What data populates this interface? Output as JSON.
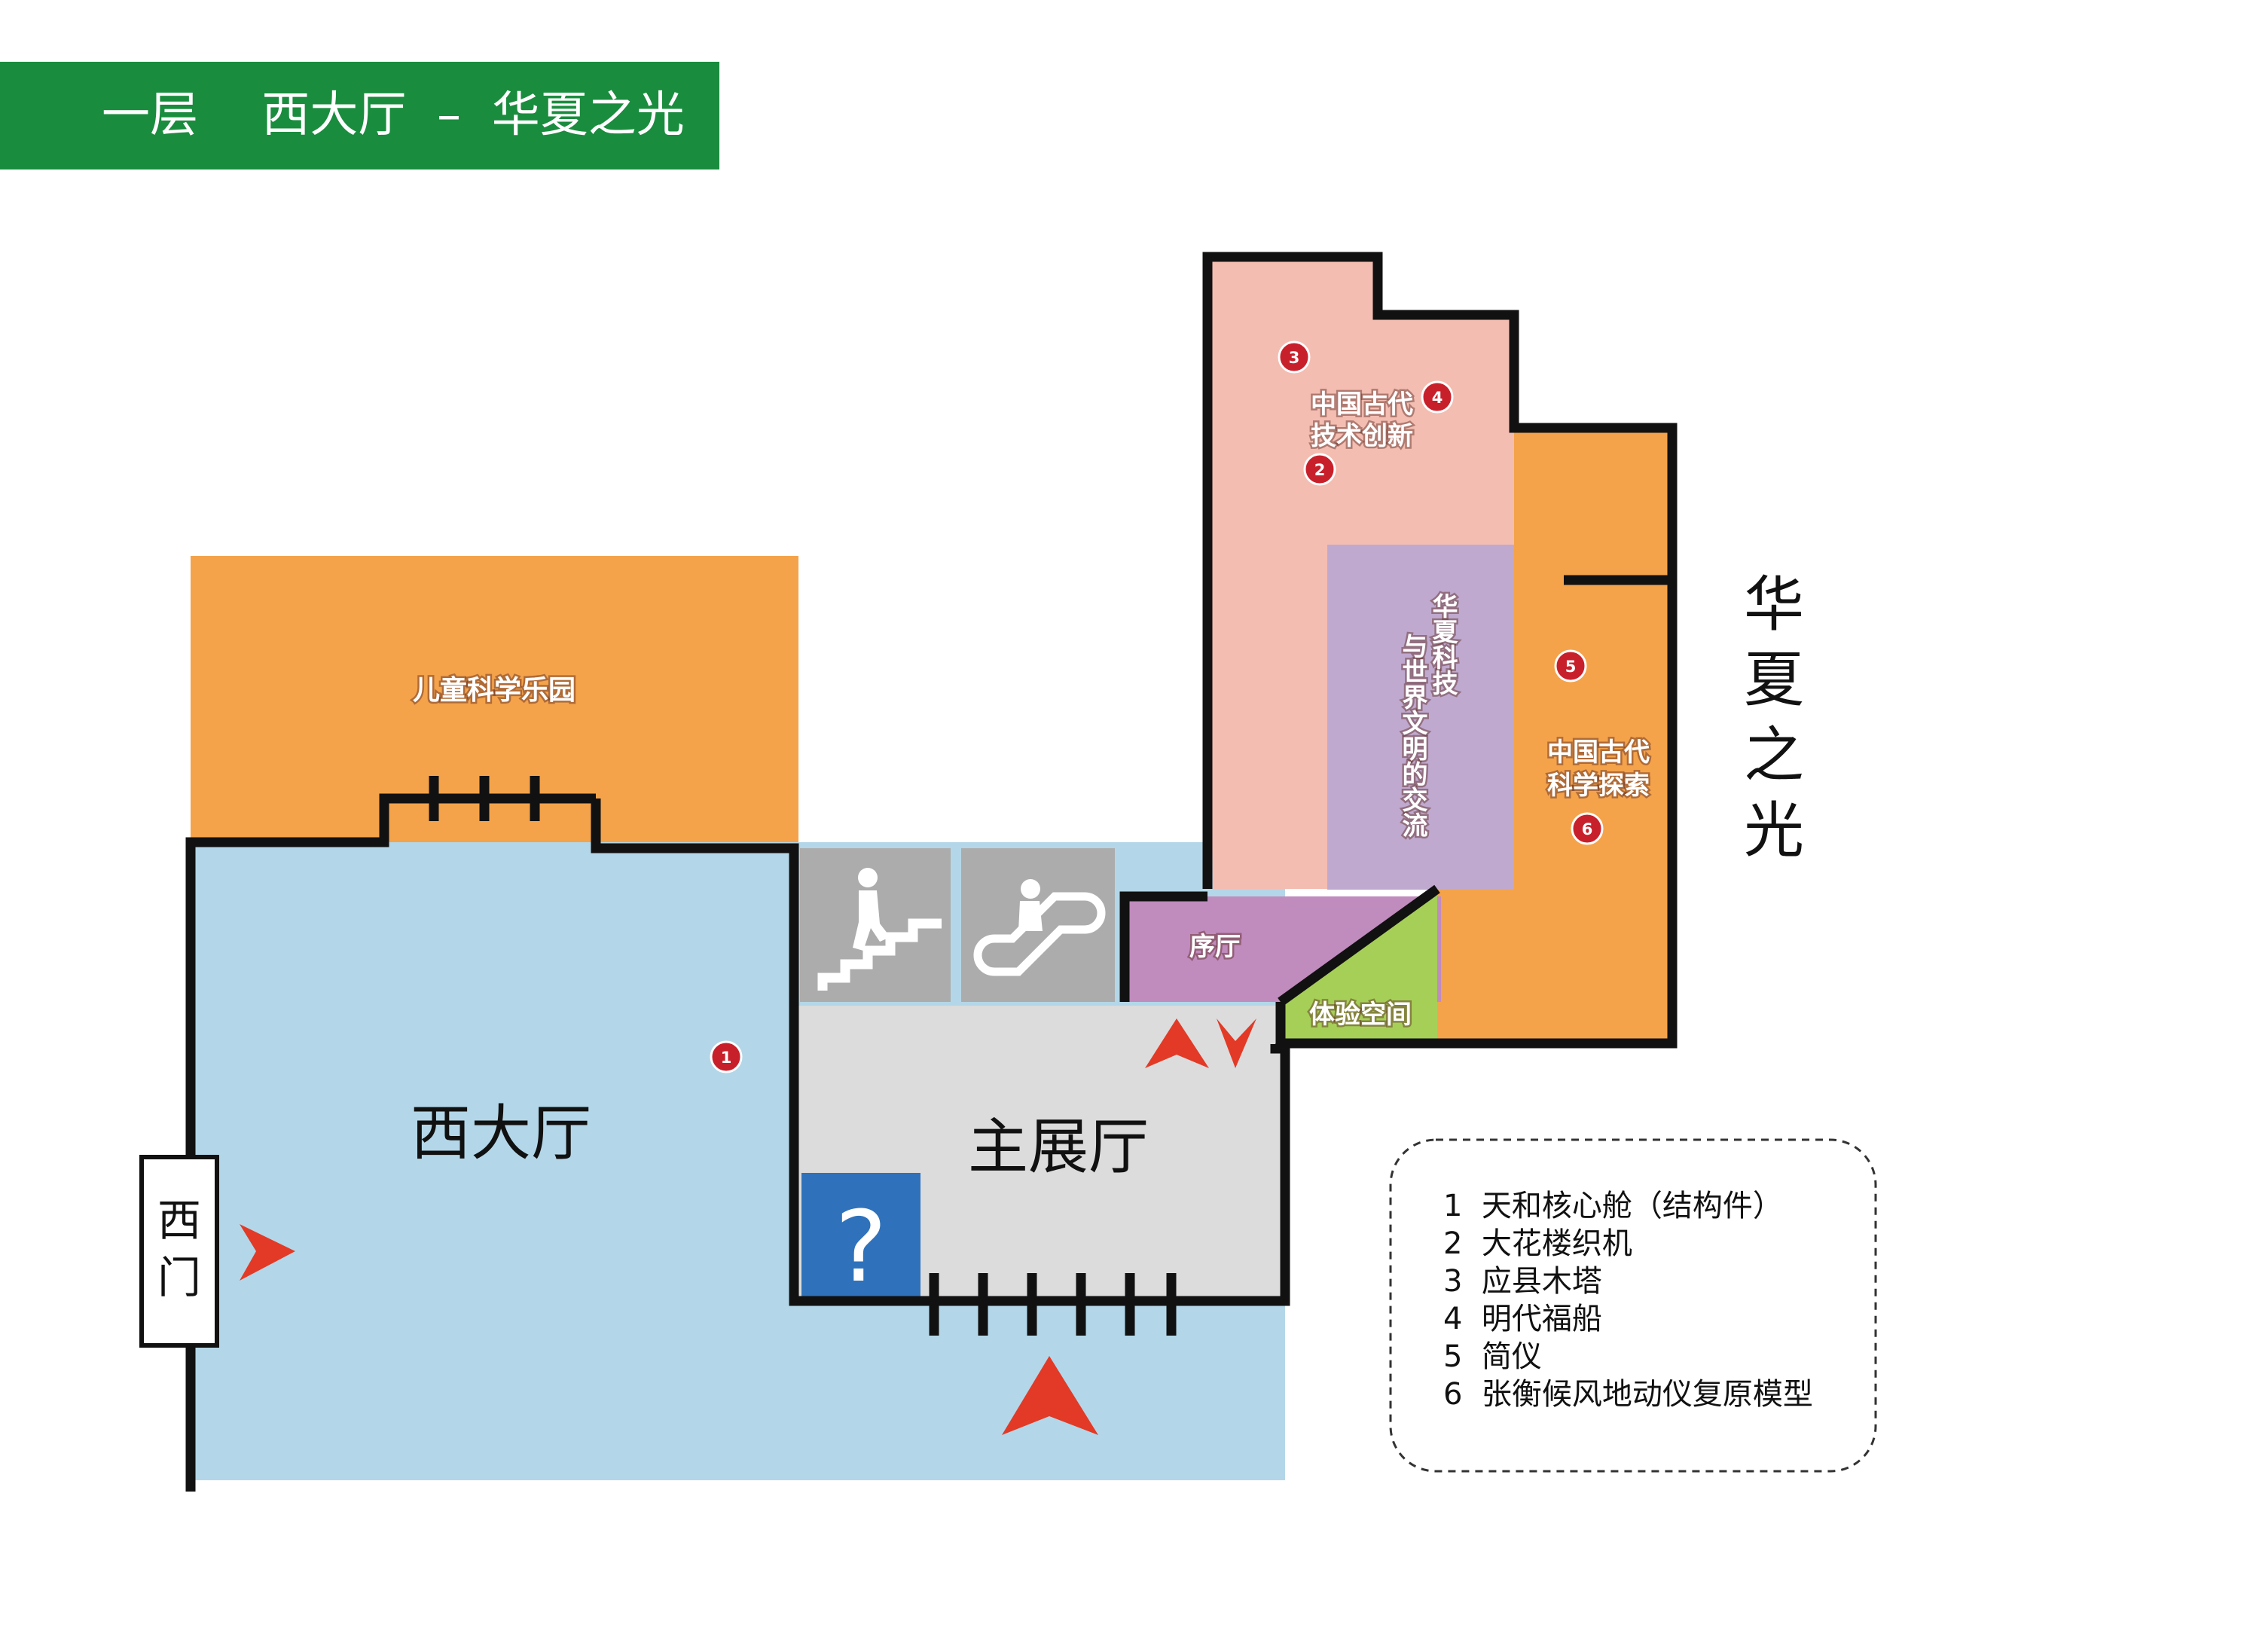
{
  "header": {
    "title": "一层　 西大厅  –  华夏之光",
    "bg_color": "#1a8c3e"
  },
  "areas": {
    "west_hall": {
      "label": "西大厅",
      "color": "#b3d7e8"
    },
    "west_gate": {
      "label_line1": "西",
      "label_line2": "门"
    },
    "kids_park": {
      "label": "儿童科学乐园",
      "color": "#f4a34b"
    },
    "main_hall": {
      "label": "主展厅",
      "color": "#dcdcdc"
    },
    "innovation": {
      "label_line1": "中国古代",
      "label_line2": "技术创新",
      "color": "#f4bdb2"
    },
    "exchange": {
      "label_col1": "华夏科技",
      "label_col2": "与世界文明的交流",
      "color": "#c0a9cf"
    },
    "exploration": {
      "label_line1": "中国古代",
      "label_line2": "科学探索",
      "color": "#f4a34b"
    },
    "preface": {
      "label": "序厅",
      "color": "#c08bbd"
    },
    "experience": {
      "label": "体验空间",
      "color": "#a6cf58"
    },
    "zone_title": {
      "chars": [
        "华",
        "夏",
        "之",
        "光"
      ]
    }
  },
  "icons": {
    "stairs": "stairs-icon",
    "escalator": "escalator-icon",
    "info": {
      "glyph": "?",
      "color": "#2f72bb"
    },
    "arrow_color": "#e23a26",
    "marker_color": "#c8202b"
  },
  "markers": [
    "1",
    "2",
    "3",
    "4",
    "5",
    "6"
  ],
  "legend": [
    "1  天和核心舱（结构件）",
    "2  大花楼织机",
    "3  应县木塔",
    "4  明代福船",
    "5  简仪",
    "6  张衡候风地动仪复原模型"
  ]
}
